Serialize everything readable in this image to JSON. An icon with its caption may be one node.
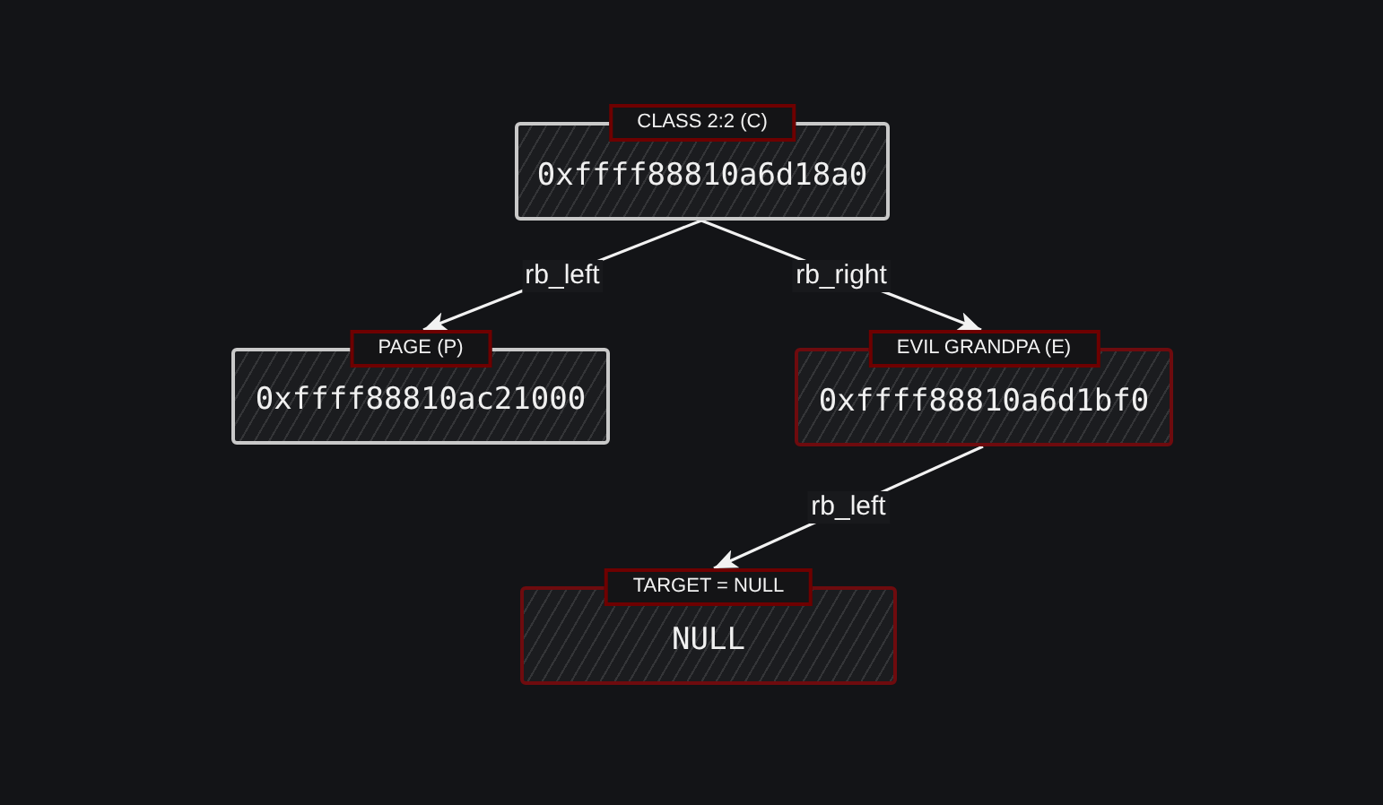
{
  "diagram": {
    "nodes": [
      {
        "text": [
          "CLASS 2:2 (C)",
          "0xffff88810a6d18a0"
        ]
      },
      {
        "text": [
          "PAGE (P)",
          "0xffff88810ac21000"
        ]
      },
      {
        "text": [
          "EVIL GRANDPA (E)",
          "0xffff88810a6d1bf0"
        ]
      },
      {
        "text": [
          "TARGET = NULL",
          "NULL"
        ]
      }
    ],
    "edges": [
      {
        "from": 0,
        "to": 1,
        "arrow": "to",
        "label": "rb_left"
      },
      {
        "from": 0,
        "to": 2,
        "arrow": "to",
        "label": "rb_right"
      },
      {
        "from": 2,
        "to": 3,
        "arrow": "to",
        "label": "rb_left"
      }
    ]
  }
}
